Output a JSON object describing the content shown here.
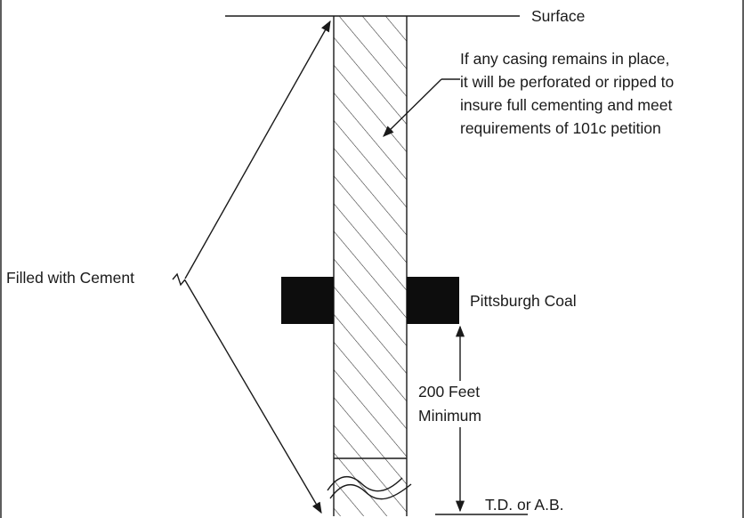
{
  "labels": {
    "surface": "Surface",
    "casing_line1": "If any casing remains in place,",
    "casing_line2": "it will be perforated or ripped to",
    "casing_line3": "insure full cementing and meet",
    "casing_line4": "requirements of 101c petition",
    "filled_with_cement": "Filled with Cement",
    "coal_seam": "Pittsburgh Coal",
    "distance_line1": "200 Feet",
    "distance_line2": "Minimum",
    "total_depth": "T.D. or A.B."
  },
  "colors": {
    "ink": "#1a1a1a",
    "coal": "#0d0d0d"
  }
}
